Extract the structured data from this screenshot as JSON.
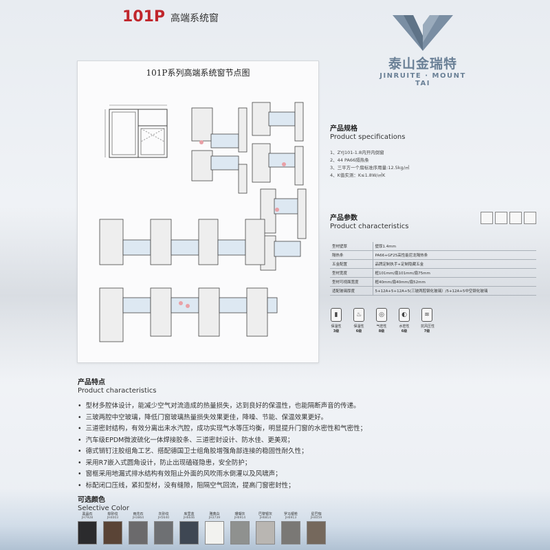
{
  "header": {
    "model": "101P",
    "name": "高端系统窗"
  },
  "logo": {
    "cn": "泰山金瑞特",
    "en": "JINRUITE · MOUNT TAI"
  },
  "drawing": {
    "title": "101P系列高端系统窗节点图"
  },
  "specifications": {
    "title_cn": "产品规格",
    "title_en": "Product specifications",
    "items": [
      "1、ZYJ101-1.8内开内倒窗",
      "2、44 PA66隔热条",
      "3、三平方一个扇标准序用量:12.5kg/㎡",
      "4、K值实测：K≤1.8W/㎡K"
    ]
  },
  "parameters": {
    "title_cn": "产品参数",
    "title_en": "Product characteristics",
    "rows": [
      {
        "k": "型材壁厚",
        "v": "壁厚1.4mm"
      },
      {
        "k": "隔热条",
        "v": "PA66+GF25高性能尼龙隔热条"
      },
      {
        "k": "五金配置",
        "v": "品牌定制执手+定制隐藏五金"
      },
      {
        "k": "型材宽度",
        "v": "框101mm/扇101mm/扇75mm"
      },
      {
        "k": "型材可视面宽度",
        "v": "框40mm/扇40mm/扇52mm"
      },
      {
        "k": "适配玻璃厚度",
        "v": "5+12A+5+12A+5(三玻两腔钢化玻璃）/5+12A+5中空钢化玻璃"
      }
    ]
  },
  "performance": [
    {
      "label": "保温性",
      "level": "3级",
      "glyph": "▮"
    },
    {
      "label": "保温性",
      "level": "6级",
      "glyph": "♨"
    },
    {
      "label": "气密性",
      "level": "8级",
      "glyph": "◎"
    },
    {
      "label": "水密性",
      "level": "6级",
      "glyph": "◐"
    },
    {
      "label": "抗风压性",
      "level": "7级",
      "glyph": "≋"
    }
  ],
  "features": {
    "title_cn": "产品特点",
    "title_en": "Product characteristics",
    "items": [
      "型材多腔体设计，能减少空气对流造成的热量损失，达到良好的保温性，也能隔断声音的传递。",
      "三玻两腔中空玻璃，降低门窗玻璃热量损失效果更佳，降噪、节能、保温效果更好。",
      "三道密封结构，有效分离出未水汽腔，成功实现气水等压均衡，明显提升门窗的水密性和气密性；",
      "汽车级EPDM微波硫化一体焊接胶条、三道密封设计、防水佳、更美观；",
      "德式销钉注胶组角工艺、搭配德国卫士组角胶增强角部连接的稳固性耐久性；",
      "采用R7嵌入式圆角设计，防止出现磕碰隐患，安全防护；",
      "窗框采用地漏式排水结构有效阻止外面的风吹雨水倒灌以及风啸声；",
      "标配闭口压线，紧扣型材，没有缝隙，阻隔空气回流，提高门窗密封性；"
    ]
  },
  "colors": {
    "title_cn": "可选颜色",
    "title_en": "Selective Color",
    "swatches": [
      {
        "name": "黑晶石",
        "code": "JH7928",
        "hex": "#2b2b2d"
      },
      {
        "name": "棕砂纹",
        "code": "JH4003",
        "hex": "#5a4436"
      },
      {
        "name": "雨花石",
        "code": "JH3864",
        "hex": "#6b6a6c"
      },
      {
        "name": "灰砂纹",
        "code": "JH5640",
        "hex": "#6e7073"
      },
      {
        "name": "库里蓝",
        "code": "JH6646",
        "hex": "#3e4753"
      },
      {
        "name": "雅典白",
        "code": "JH3739",
        "hex": "#f2f2ef"
      },
      {
        "name": "珊瑚灰",
        "code": "JH6914",
        "hex": "#8f918f"
      },
      {
        "name": "巴黎银灰",
        "code": "JH6814",
        "hex": "#b9b6b2"
      },
      {
        "name": "罗马银枪",
        "code": "JH6913",
        "hex": "#7a7875"
      },
      {
        "name": "星巴咖",
        "code": "JH4059",
        "hex": "#75685c"
      }
    ]
  }
}
